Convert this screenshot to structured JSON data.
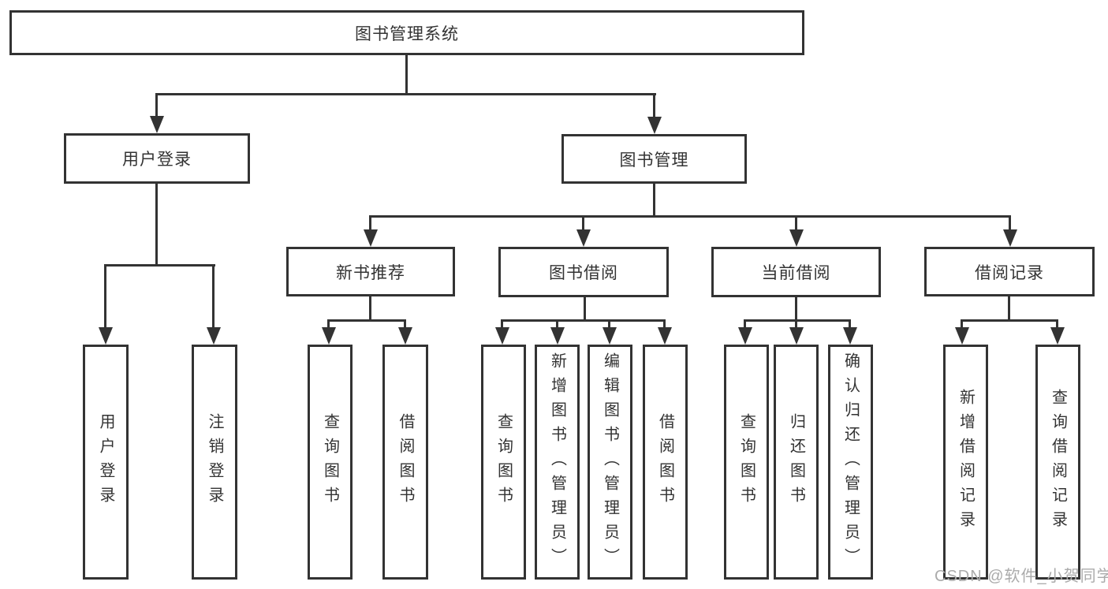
{
  "diagram": {
    "root": {
      "label": "图书管理系统"
    },
    "nodes": {
      "user_login": {
        "label": "用户登录",
        "children": [
          "用户登录",
          "注销登录"
        ]
      },
      "book_mgmt": {
        "label": "图书管理"
      },
      "new_book_rec": {
        "label": "新书推荐",
        "children": [
          "查询图书",
          "借阅图书"
        ]
      },
      "book_borrow": {
        "label": "图书借阅",
        "children": [
          "查询图书",
          "新增图书（管理员）",
          "编辑图书（管理员）",
          "借阅图书"
        ]
      },
      "current_borrow": {
        "label": "当前借阅",
        "children": [
          "查询图书",
          "归还图书",
          "确认归还（管理员）"
        ]
      },
      "borrow_records": {
        "label": "借阅记录",
        "children": [
          "新增借阅记录",
          "查询借阅记录"
        ]
      }
    }
  },
  "watermark": {
    "text": "CSDN @软件_小贺同学"
  },
  "colors": {
    "line": "#333333",
    "text": "#333333",
    "watermark": "#ababab",
    "background": "#ffffff"
  }
}
